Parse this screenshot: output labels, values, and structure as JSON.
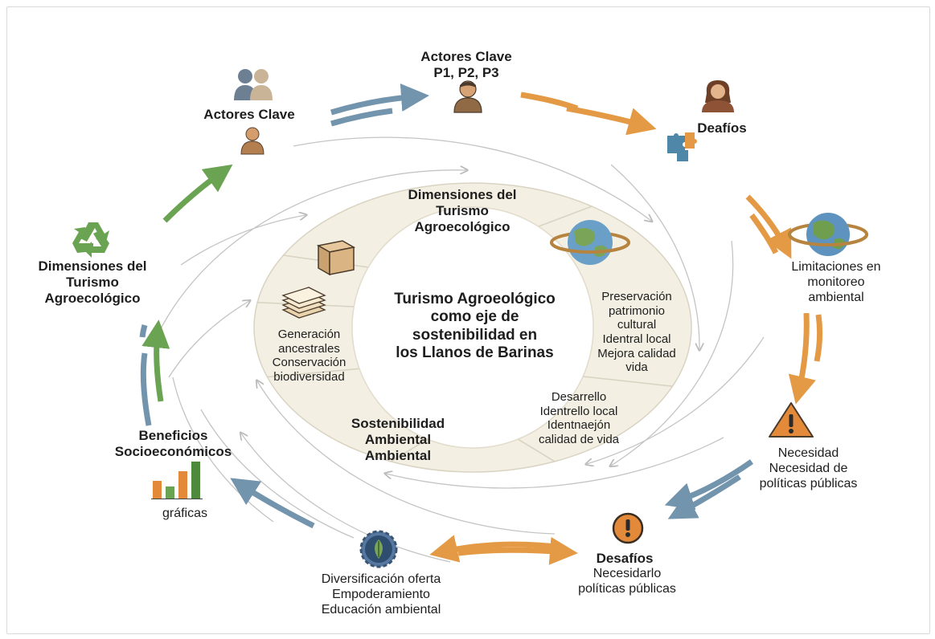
{
  "center": {
    "lines": [
      "Turismo Agroeológico",
      "como eje de",
      "sostenibilidad en",
      "los Llanos de Barinas"
    ]
  },
  "ring": {
    "top_title": [
      "Dimensiones del",
      "Turismo",
      "Agroecológico"
    ],
    "right_text": [
      "Preservación",
      "patrimonio",
      "cultural",
      "Identral local",
      "Mejora calidad",
      "vida"
    ],
    "bottom_right_text": [
      "Desarrello",
      "Identrello local",
      "Identnaejón",
      "calidad de vida"
    ],
    "bottom_title": [
      "Sostenibilidad",
      "Ambiental",
      "Ambiental"
    ],
    "left_text": [
      "Generación",
      "ancestrales",
      "Conservación",
      "biodiversidad"
    ]
  },
  "outer": {
    "top_center": [
      "Actores Clave",
      "P1, P2, P3"
    ],
    "top_left": [
      "Actores Clave"
    ],
    "top_right": [
      "Deafíos"
    ],
    "right_upper": [
      "Limitaciones en",
      "monitoreo",
      "ambiental"
    ],
    "right_lower": [
      "Necesidad",
      "Necesidad de",
      "políticas públicas"
    ],
    "bottom_right_title": "Desafíos",
    "bottom_right_sub": [
      "Necesidarlo",
      "políticas públicas"
    ],
    "bottom_center": [
      "Diversificación oferta",
      "Empoderamiento",
      "Educación ambiental"
    ],
    "left_lower_title": [
      "Beneficios",
      "Socioeconómicos"
    ],
    "left_lower_sub": [
      "gráficas"
    ],
    "left_upper": [
      "Dimensiones del",
      "Turismo",
      "Agroecológico"
    ]
  },
  "colors": {
    "orange": "#e49a45",
    "blue": "#7394ad",
    "green": "#6aa351",
    "ring_fill": "#f3efe3",
    "ring_stroke": "#d9d3c2",
    "warning": "#e3893a"
  },
  "icons": {
    "people_group": "people-group-icon",
    "person": "person-icon",
    "woman": "woman-icon",
    "puzzle": "puzzle-pieces-icon",
    "globe": "globe-icon",
    "planet": "planet-globe-icon",
    "warning": "warning-triangle-icon",
    "alert": "alert-circle-icon",
    "gear_leaf": "gear-leaf-icon",
    "bar_chart": "bar-chart-icon",
    "recycle": "recycle-icon",
    "box": "box-icon",
    "papers": "papers-stack-icon"
  }
}
